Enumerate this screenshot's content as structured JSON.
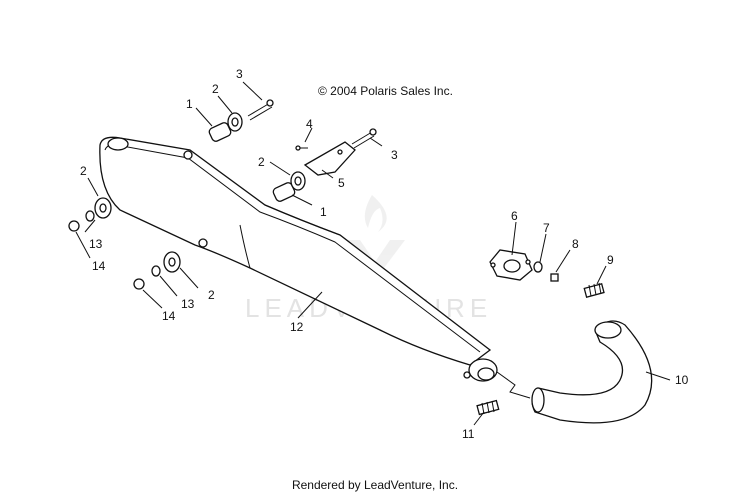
{
  "copyright": "© 2004 Polaris Sales Inc.",
  "footer": "Rendered by LeadVenture, Inc.",
  "watermark": "LEADVENTURE",
  "callouts": [
    "1",
    "2",
    "3",
    "4",
    "2",
    "3",
    "5",
    "1",
    "2",
    "13",
    "14",
    "2",
    "13",
    "14",
    "12",
    "6",
    "7",
    "8",
    "9",
    "10",
    "11"
  ]
}
